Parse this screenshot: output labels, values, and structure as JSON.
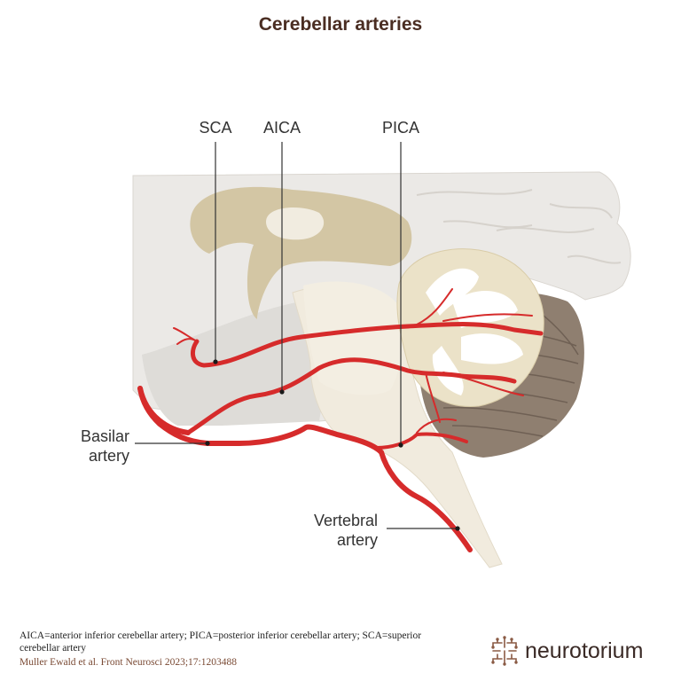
{
  "title": "Cerebellar arteries",
  "labels": {
    "sca": "SCA",
    "aica": "AICA",
    "pica": "PICA",
    "basilar_line1": "Basilar",
    "basilar_line2": "artery",
    "vertebral_line1": "Vertebral",
    "vertebral_line2": "artery"
  },
  "footnote": "AICA=anterior inferior cerebellar artery; PICA=posterior inferior cerebellar artery; SCA=superior cerebellar artery",
  "citation": "Muller Ewald et al. Front Neurosci 2023;17:1203488",
  "brand": {
    "name": "neurotorium",
    "icon": "neurotorium-logo-icon"
  },
  "colors": {
    "artery": "#d62b2b",
    "title": "#4a2d22",
    "brand": "#8a5a44",
    "cerebellum_dark": "#8a7a6c"
  }
}
